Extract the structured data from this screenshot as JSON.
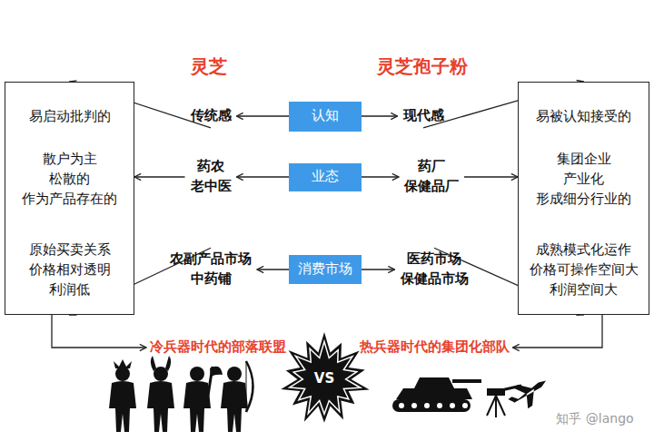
{
  "diagram": {
    "nodes": [
      {
        "text": [
          "易启动批判的",
          "散户为主 松散的 作为产品存在的",
          "原始买卖关系 价格相对透明 利润低"
        ]
      },
      {
        "text": [
          "传统感"
        ]
      },
      {
        "text": [
          "认知"
        ]
      },
      {
        "text": [
          "现代感"
        ]
      },
      {
        "text": [
          "易被认知接受的",
          "集团企业 产业化 形成细分行业的",
          "成熟模式化运作 价格可操作空间大 利润空间大"
        ]
      },
      {
        "text": [
          "药农 老中医"
        ]
      },
      {
        "text": [
          "业态"
        ]
      },
      {
        "text": [
          "药厂 保健品厂"
        ]
      },
      {
        "text": [
          "农副产品市场 中药铺"
        ]
      },
      {
        "text": [
          "消费市场"
        ]
      },
      {
        "text": [
          "医药市场 保健品市场"
        ]
      },
      {
        "text": [
          "冷兵器时代的部落联盟"
        ]
      },
      {
        "text": [
          "VS"
        ]
      },
      {
        "text": [
          "热兵器时代的集团化部队"
        ]
      }
    ],
    "edges": [
      {
        "from": 2,
        "to": 1,
        "arrow": "to"
      },
      {
        "from": 1,
        "to": 0,
        "arrow": "to"
      },
      {
        "from": 2,
        "to": 3,
        "arrow": "to"
      },
      {
        "from": 3,
        "to": 4,
        "arrow": "to"
      },
      {
        "from": 6,
        "to": 5,
        "arrow": "to"
      },
      {
        "from": 5,
        "to": 0,
        "arrow": "to"
      },
      {
        "from": 6,
        "to": 7,
        "arrow": "to"
      },
      {
        "from": 7,
        "to": 4,
        "arrow": "to"
      },
      {
        "from": 9,
        "to": 8,
        "arrow": "to"
      },
      {
        "from": 8,
        "to": 0,
        "arrow": "to"
      },
      {
        "from": 9,
        "to": 10,
        "arrow": "to"
      },
      {
        "from": 10,
        "to": 4,
        "arrow": "to"
      },
      {
        "from": 0,
        "to": 11,
        "arrow": "to"
      },
      {
        "from": 4,
        "to": 13,
        "arrow": "to"
      }
    ],
    "labels": [
      "灵芝",
      "灵芝孢子粉",
      "知乎 @lango"
    ]
  }
}
